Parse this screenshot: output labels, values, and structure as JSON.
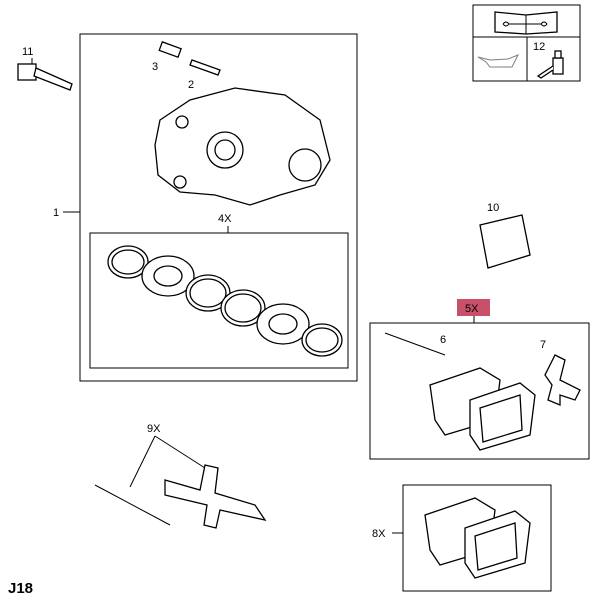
{
  "diagram": {
    "code": "J18",
    "highlight_color": "#c8506a",
    "callouts": {
      "caliper": "1",
      "bleed_screw": "2",
      "dust_cap": "3",
      "seal_kit": "4X",
      "pad_kit": "5X",
      "pin": "6",
      "spring": "7",
      "pads": "8X",
      "pin_kit": "9X",
      "shim": "10",
      "bolt": "11",
      "grease": "12"
    },
    "icons": [
      "repair-manual-icon",
      "oil-can-icon",
      "grease-tube-icon"
    ]
  }
}
